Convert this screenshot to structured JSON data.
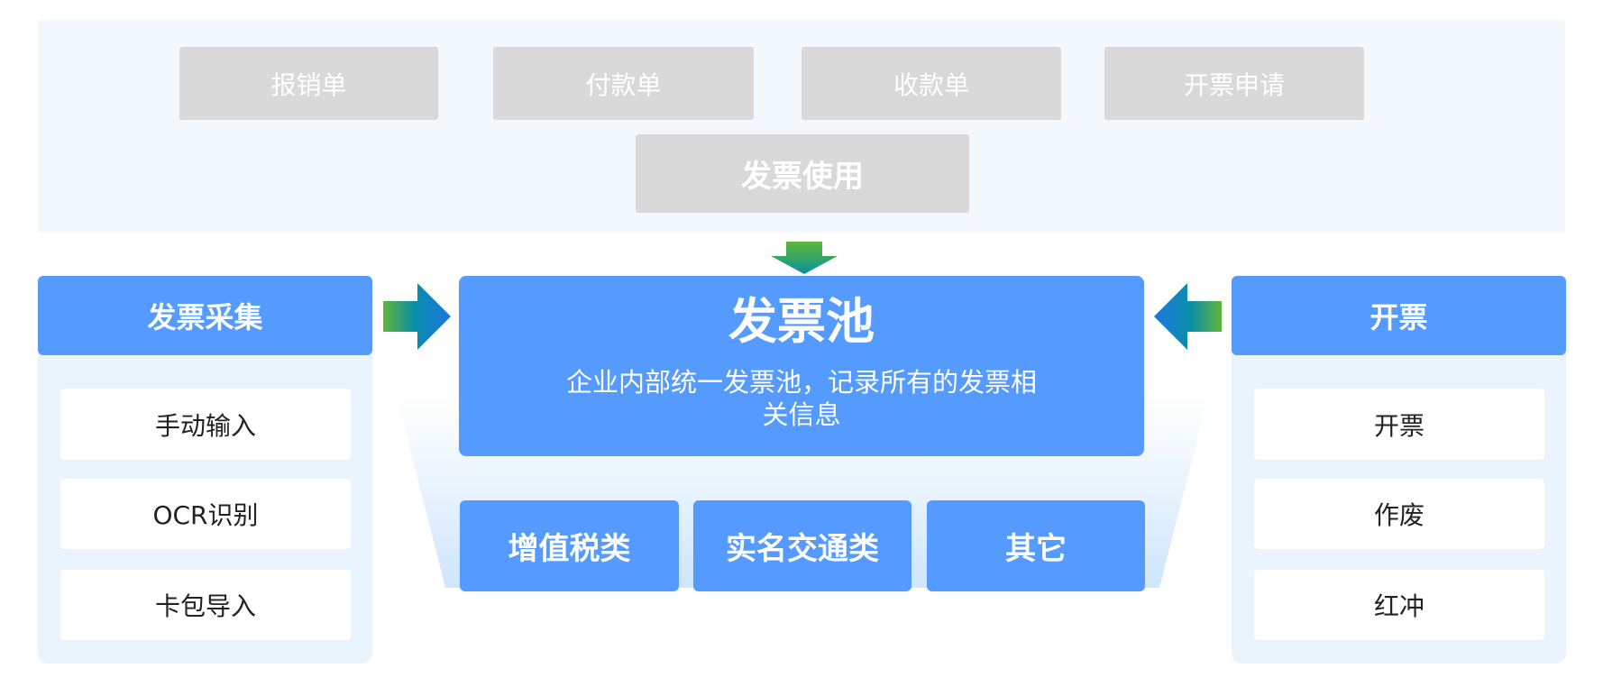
{
  "usage": {
    "items": [
      {
        "label": "报销单"
      },
      {
        "label": "付款单"
      },
      {
        "label": "收款单"
      },
      {
        "label": "开票申请"
      }
    ],
    "main_label": "发票使用"
  },
  "collection": {
    "title": "发票采集",
    "items": [
      {
        "label": "手动输入"
      },
      {
        "label": "OCR识别"
      },
      {
        "label": "卡包导入"
      }
    ]
  },
  "pool": {
    "title": "发票池",
    "description": "企业内部统一发票池，记录所有的发票相关信息",
    "categories": [
      {
        "label": "增值税类"
      },
      {
        "label": "实名交通类"
      },
      {
        "label": "其它"
      }
    ]
  },
  "issuing": {
    "title": "开票",
    "items": [
      {
        "label": "开票"
      },
      {
        "label": "作废"
      },
      {
        "label": "红冲"
      }
    ]
  },
  "colors": {
    "primary_blue": "#559afe",
    "panel_bg": "#eaf4fd",
    "band_bg": "#f3f8fc",
    "gray_box": "#d9d9d9",
    "arrow_green": "#62b53a",
    "arrow_teal": "#0a8fa8",
    "arrow_blue": "#1b76e0"
  }
}
